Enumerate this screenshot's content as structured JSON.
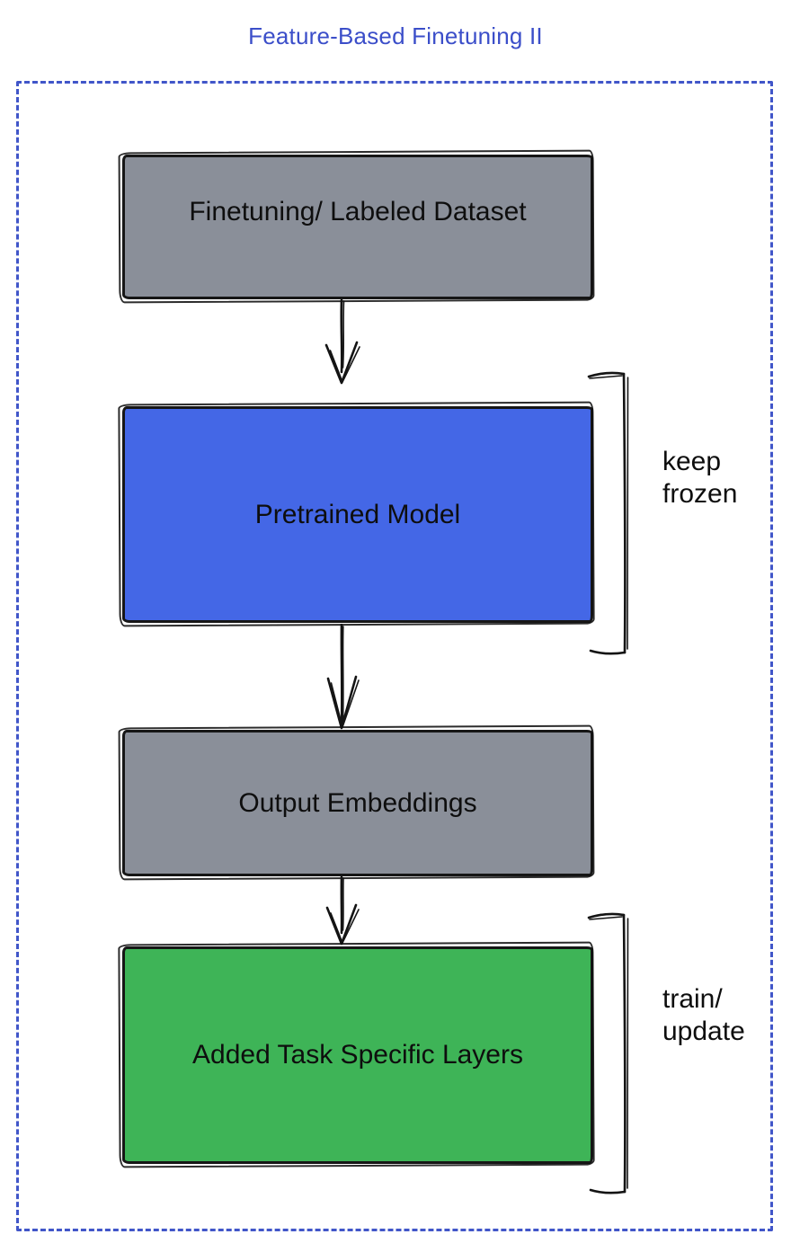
{
  "title": "Feature-Based Finetuning II",
  "nodes": {
    "dataset": {
      "label": "Finetuning/ Labeled Dataset",
      "fill": "#8a8f99"
    },
    "model": {
      "label": "Pretrained Model",
      "fill": "#4467e6"
    },
    "embeddings": {
      "label": "Output Embeddings",
      "fill": "#8a8f99"
    },
    "layers": {
      "label": "Added Task Specific Layers",
      "fill": "#3eb457"
    }
  },
  "edges": [
    {
      "from": "dataset",
      "to": "model"
    },
    {
      "from": "model",
      "to": "embeddings"
    },
    {
      "from": "embeddings",
      "to": "layers"
    }
  ],
  "annotations": [
    {
      "label": "keep\nfrozen",
      "target": "model"
    },
    {
      "label": "train/\nupdate",
      "target": "layers"
    }
  ],
  "colors": {
    "title_text": "#3b4ec9",
    "dashed_frame": "#4156c9",
    "gray_fill": "#8a8f99",
    "blue_fill": "#4467e6",
    "green_fill": "#3eb457",
    "ink": "#141414"
  }
}
